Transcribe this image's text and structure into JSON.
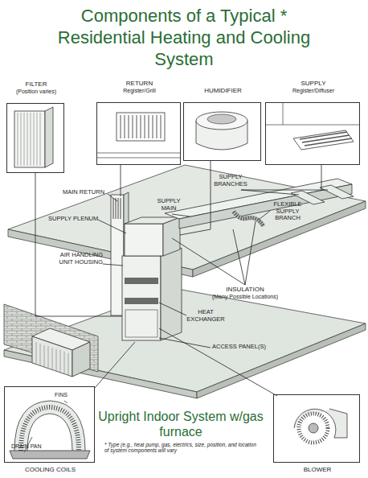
{
  "diagram": {
    "title": "Components of a Typical * Residential Heating and Cooling System",
    "nodes": [
      {
        "text": [
          "FILTER",
          "(Position varies)"
        ]
      },
      {
        "text": [
          "RETURN",
          "Register/Grill"
        ]
      },
      {
        "text": [
          "HUMIDIFIER"
        ]
      },
      {
        "text": [
          "SUPPLY",
          "Register/Diffuser"
        ]
      },
      {
        "text": [
          "FINS",
          "DRAIN PAN",
          "COOLING COILS"
        ]
      },
      {
        "text": [
          "BLOWER"
        ]
      }
    ],
    "labels": [
      "MAIN RETURN",
      "SUPPLY PLENUM",
      "AIR HANDLING UNIT HOUSING",
      "SUPPLY MAIN",
      "SUPPLY BRANCHES",
      "FLEXIBLE SUPPLY BRANCH",
      "INSULATION",
      "(Many Possible Locations)",
      "HEAT EXCHANGER",
      "ACCESS PANEL(S)",
      "Upright Indoor System w/gas furnace",
      "* Type (e.g., heat pump, gas, electrics, size, position, and location of system components will vary"
    ]
  }
}
